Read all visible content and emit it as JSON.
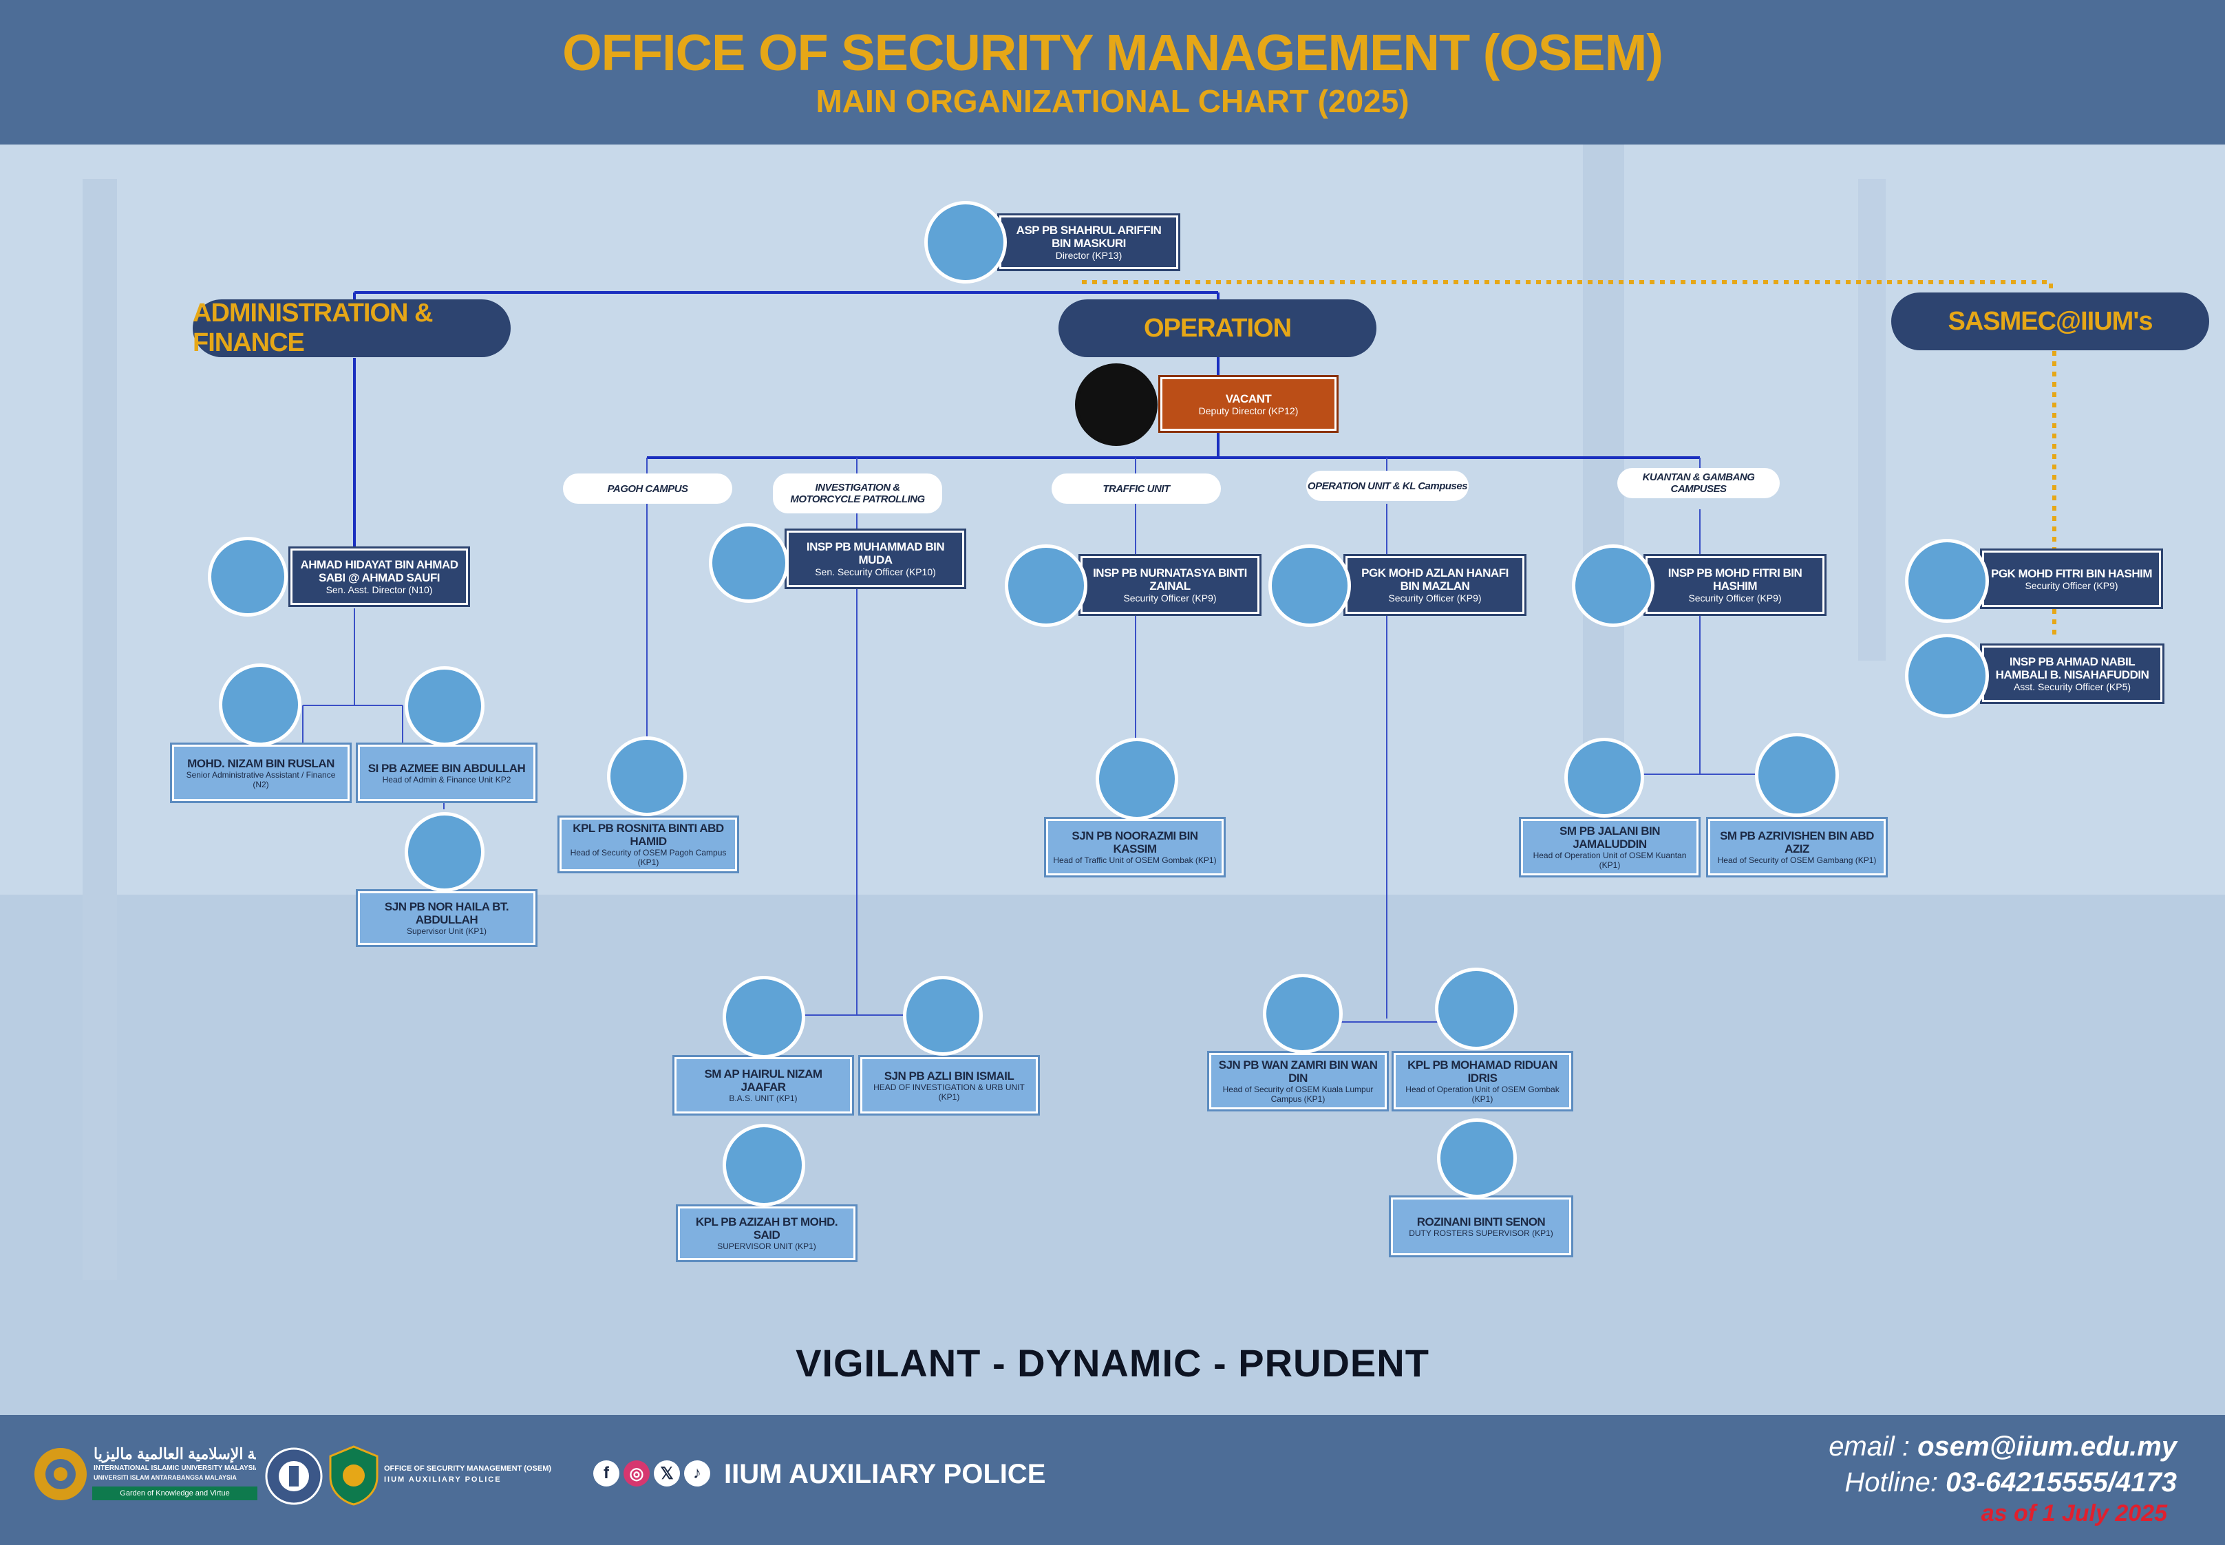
{
  "header": {
    "title": "OFFICE OF SECURITY MANAGEMENT (OSEM)",
    "subtitle": "MAIN ORGANIZATIONAL CHART (2025)"
  },
  "departments": {
    "admin": "ADMINISTRATION & FINANCE",
    "operation": "OPERATION",
    "sasmec": "SASMEC@IIUM's"
  },
  "units": {
    "pagoh": "PAGOH CAMPUS",
    "investigation": "INVESTIGATION & MOTORCYCLE PATROLLING",
    "traffic": "TRAFFIC UNIT",
    "operation_kl": "OPERATION UNIT & KL Campuses",
    "kuantan": "KUANTAN & GAMBANG CAMPUSES"
  },
  "people": {
    "director": {
      "name": "ASP PB SHAHRUL ARIFFIN BIN MASKURI",
      "role": "Director (KP13)"
    },
    "deputy": {
      "name": "VACANT",
      "role": "Deputy Director (KP12)"
    },
    "admin_head": {
      "name": "AHMAD HIDAYAT BIN AHMAD SABI @ AHMAD SAUFI",
      "role": "Sen. Asst. Director (N10)"
    },
    "nizam": {
      "name": "MOHD. NIZAM BIN RUSLAN",
      "role": "Senior Administrative Assistant / Finance (N2)"
    },
    "azmee": {
      "name": "SI PB AZMEE BIN ABDULLAH",
      "role": "Head of Admin & Finance Unit KP2"
    },
    "norhaila": {
      "name": "SJN PB NOR HAILA BT. ABDULLAH",
      "role": "Supervisor Unit (KP1)"
    },
    "rosnita": {
      "name": "KPL PB ROSNITA BINTI ABD HAMID",
      "role": "Head of Security of OSEM Pagoh Campus (KP1)"
    },
    "muda": {
      "name": "INSP PB MUHAMMAD BIN MUDA",
      "role": "Sen. Security Officer (KP10)"
    },
    "hairul": {
      "name": "SM AP HAIRUL NIZAM JAAFAR",
      "role": "B.A.S. UNIT (KP1)"
    },
    "azli": {
      "name": "SJN PB AZLI BIN ISMAIL",
      "role": "HEAD OF INVESTIGATION & URB UNIT (KP1)"
    },
    "azizah": {
      "name": "KPL PB AZIZAH BT MOHD. SAID",
      "role": "SUPERVISOR UNIT (KP1)"
    },
    "nurnatasya": {
      "name": "INSP PB NURNATASYA BINTI ZAINAL",
      "role": "Security Officer (KP9)"
    },
    "noorazmi": {
      "name": "SJN PB NOORAZMI BIN KASSIM",
      "role": "Head of Traffic Unit of OSEM Gombak (KP1)"
    },
    "azlan": {
      "name": "PGK MOHD AZLAN HANAFI BIN MAZLAN",
      "role": "Security Officer (KP9)"
    },
    "zamri": {
      "name": "SJN PB WAN ZAMRI BIN WAN DIN",
      "role": "Head of Security of OSEM Kuala Lumpur Campus (KP1)"
    },
    "riduan": {
      "name": "KPL PB MOHAMAD RIDUAN IDRIS",
      "role": "Head of Operation Unit of OSEM Gombak (KP1)"
    },
    "rozinani": {
      "name": "ROZINANI BINTI SENON",
      "role": "DUTY ROSTERS SUPERVISOR (KP1)"
    },
    "fitri_ops": {
      "name": "INSP PB MOHD FITRI BIN HASHIM",
      "role": "Security Officer (KP9)"
    },
    "jalani": {
      "name": "SM PB JALANI BIN JAMALUDDIN",
      "role": "Head of Operation Unit of OSEM Kuantan (KP1)"
    },
    "azrivishen": {
      "name": "SM PB AZRIVISHEN BIN ABD AZIZ",
      "role": "Head of Security of OSEM Gambang (KP1)"
    },
    "fitri_sasmec": {
      "name": "PGK MOHD FITRI BIN HASHIM",
      "role": "Security Officer (KP9)"
    },
    "nabil": {
      "name": "INSP PB AHMAD NABIL HAMBALI B. NISAHAFUDDIN",
      "role": "Asst. Security Officer (KP5)"
    }
  },
  "motto": "VIGILANT - DYNAMIC - PRUDENT",
  "footer": {
    "brand": "IIUM AUXILIARY POLICE",
    "email_label": "email :",
    "email": "osem@iium.edu.my",
    "hotline_label": "Hotline:",
    "hotline": "03-64215555/4173",
    "as_of": "as of 1 July 2025",
    "logo_university_arabic": "الجامعة الإسلامية العالمية ماليزيا",
    "logo_university": "INTERNATIONAL ISLAMIC UNIVERSITY MALAYSIA",
    "logo_university_malay": "UNIVERSITI ISLAM ANTARABANGSA MALAYSIA",
    "logo_tagline": "Garden of Knowledge and Virtue",
    "logo_office": "OFFICE OF SECURITY MANAGEMENT (OSEM)",
    "logo_office_sub": "IIUM AUXILIARY POLICE"
  },
  "icons": [
    "facebook-icon",
    "instagram-icon",
    "x-icon",
    "tiktok-icon"
  ],
  "colors": {
    "navy": "#2d4470",
    "gold": "#e6a717",
    "header": "#4d6d97",
    "vacant": "#bb4e17",
    "light_card": "#7fb0e0"
  }
}
